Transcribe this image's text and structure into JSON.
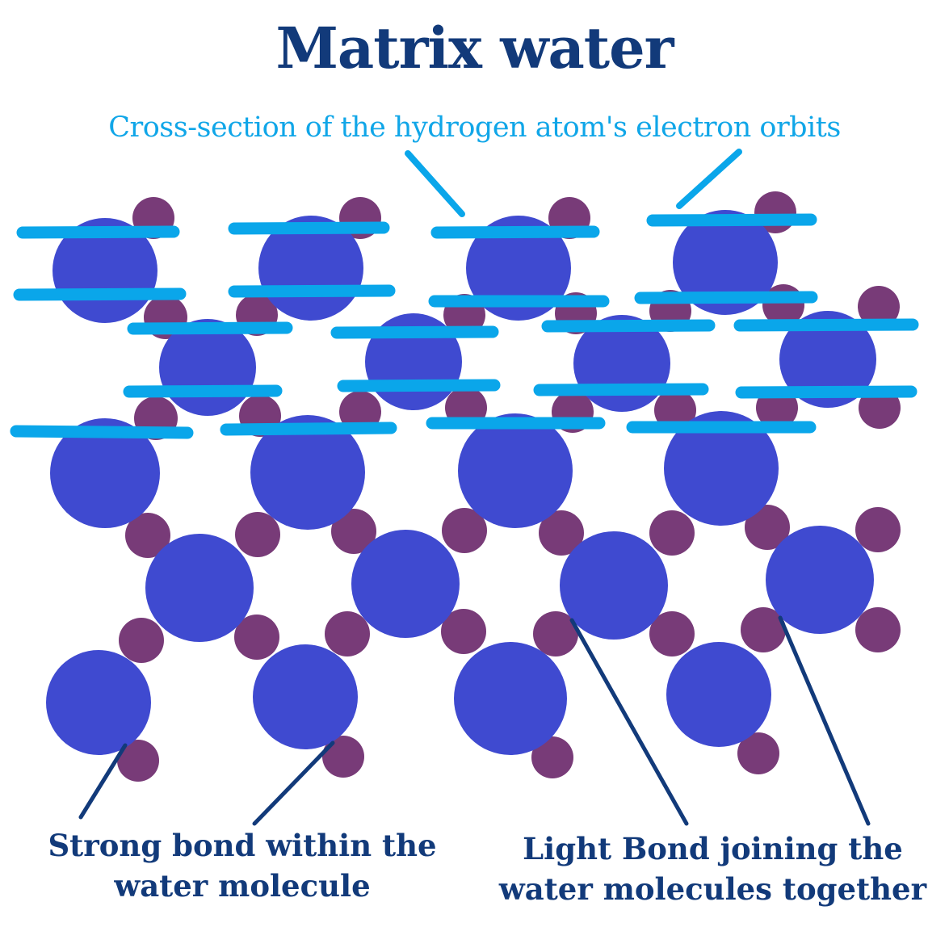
{
  "title": "Matrix water",
  "subtitle": "Cross-section of the hydrogen atom's electron orbits",
  "captions": {
    "strong_bond": "Strong bond within the water molecule",
    "light_bond": "Light Bond joining the water molecules together"
  },
  "colors": {
    "oxygen": "#3f4ad0",
    "hydrogen": "#783b78",
    "orbit": "#0aa6ea",
    "title": "#123a7a",
    "pointer": "#123a7a"
  }
}
